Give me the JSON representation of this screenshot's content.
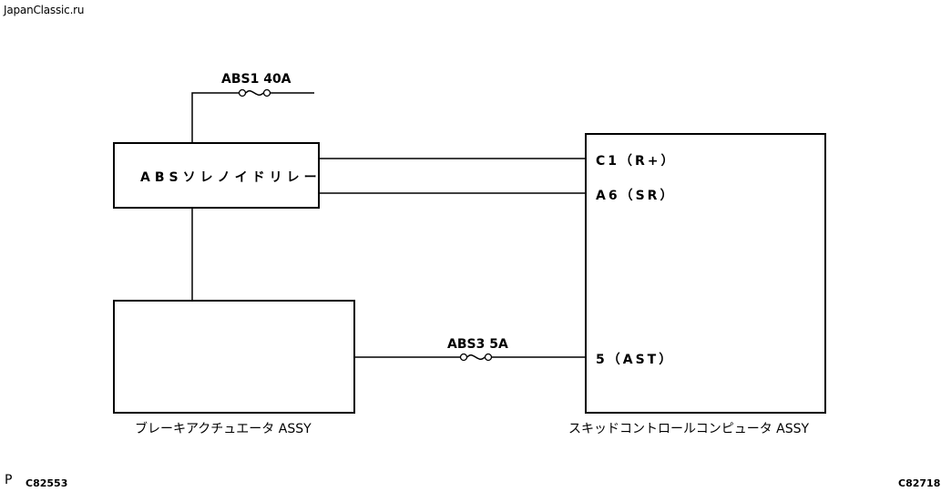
{
  "watermark": "JapanClassic.ru",
  "fuses": {
    "abs1": "ABS1 40A",
    "abs3": "ABS3 5A"
  },
  "relay": {
    "label": "ABSソレノイドリレー"
  },
  "actuator": {
    "caption": "ブレーキアクチュエータ ASSY"
  },
  "ecu": {
    "caption": "スキッドコントロールコンピュータ ASSY",
    "pins": [
      "C1（R+）",
      "A6（SR）",
      "5（AST）"
    ]
  },
  "footer": {
    "page_letter": "P",
    "code_left": "C82553",
    "code_right": "C82718"
  }
}
